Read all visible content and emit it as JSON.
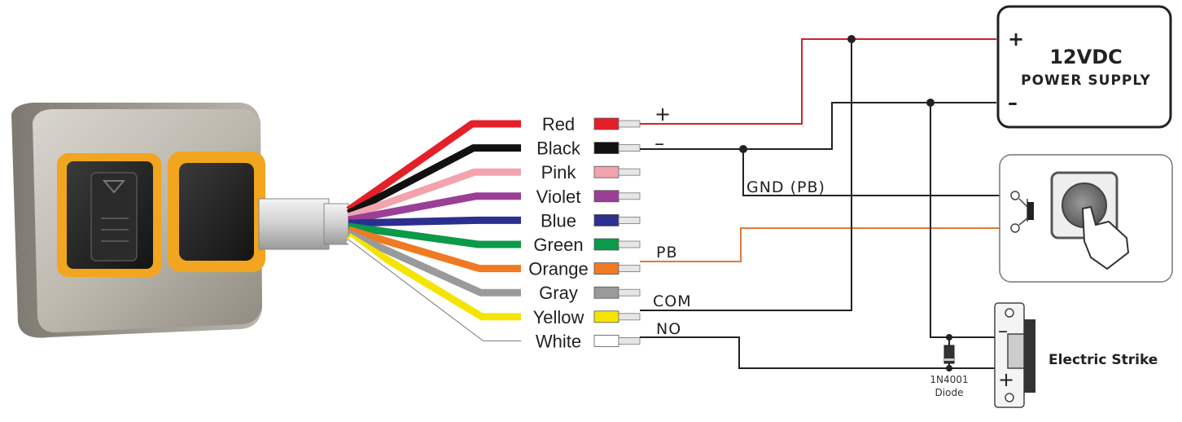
{
  "wires": [
    {
      "label": "Red",
      "color": "#e3202a"
    },
    {
      "label": "Black",
      "color": "#111111"
    },
    {
      "label": "Pink",
      "color": "#f2a3ad"
    },
    {
      "label": "Violet",
      "color": "#9a3f96"
    },
    {
      "label": "Blue",
      "color": "#2b2f8f"
    },
    {
      "label": "Green",
      "color": "#0a9a4a"
    },
    {
      "label": "Orange",
      "color": "#f07a22"
    },
    {
      "label": "Gray",
      "color": "#9a9a9a"
    },
    {
      "label": "Yellow",
      "color": "#f5e400"
    },
    {
      "label": "White",
      "color": "#ffffff"
    }
  ],
  "signals": {
    "plus": "+",
    "minus": "–",
    "gnd_pb": "GND (PB)",
    "pb": "PB",
    "com": "COM",
    "no": "NO"
  },
  "power_supply": {
    "title": "12VDC",
    "subtitle": "POWER SUPPLY",
    "plus": "+",
    "minus": "–"
  },
  "strike": {
    "label": "Electric Strike",
    "minus": "–",
    "plus": "+"
  },
  "diode": {
    "part": "1N4001",
    "label": "Diode"
  },
  "colors": {
    "red_line": "#d4202a",
    "orange_line": "#e07a3a",
    "line": "#222222",
    "bezel": "#f2a51e"
  }
}
